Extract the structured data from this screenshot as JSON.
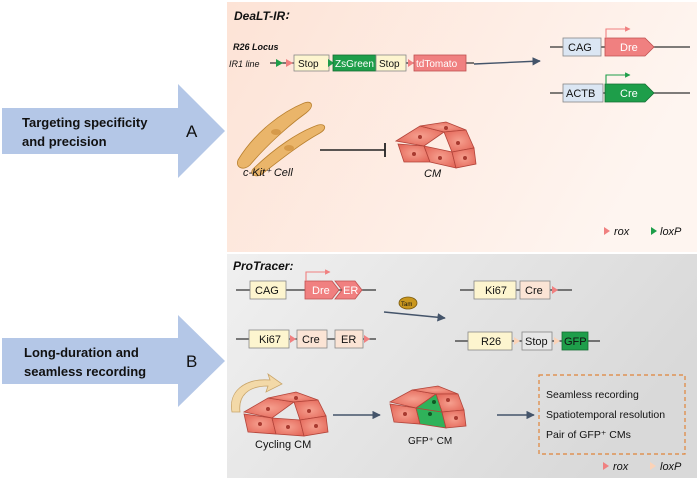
{
  "left": {
    "arrow_a": {
      "line1": "Targeting specificity",
      "line2": "and precision",
      "letter": "A"
    },
    "arrow_b": {
      "line1": "Long-duration and",
      "line2": "seamless recording",
      "letter": "B"
    }
  },
  "panel_a": {
    "title": "DeaLT-IR∶",
    "locus_label": "R26 Locus",
    "line_label": "IR1 line",
    "cassette": [
      "Stop",
      "ZsGreen",
      "Stop",
      "tdTomato"
    ],
    "cag_construct": {
      "promoter": "CAG",
      "gene": "Dre"
    },
    "actb_construct": {
      "promoter": "ACTB",
      "gene": "Cre"
    },
    "cell_left_label": "c-Kit⁺ Cell",
    "cell_right_label": "CM",
    "legend": {
      "rox": "rox",
      "loxp": "loxP"
    }
  },
  "panel_b": {
    "title": "ProTracer:",
    "cag_dre_er": {
      "promoter": "CAG",
      "gene": "Dre",
      "fusion": "ER"
    },
    "ki67_cre_er": {
      "promoter": "Ki67",
      "gene": "Cre",
      "fusion": "ER"
    },
    "tam_label": "Tam",
    "ki67_cre": {
      "promoter": "Ki67",
      "gene": "Cre"
    },
    "r26_reporter": {
      "locus": "R26",
      "stop": "Stop",
      "reporter": "GFP"
    },
    "cycling_label": "Cycling CM",
    "gfp_cm_label": "GFP⁺ CM",
    "outcomes": [
      "Seamless recording",
      "Spatiotemporal resolution",
      "Pair of GFP⁺ CMs"
    ],
    "legend": {
      "rox": "rox",
      "loxp": "loxP"
    }
  },
  "colors": {
    "arrow_blue": "#b4c7e7",
    "salmon": "#f08080",
    "green": "#1e9e4a",
    "box_yellow": "#fdf5cf",
    "orange_dash": "#e0843a"
  }
}
